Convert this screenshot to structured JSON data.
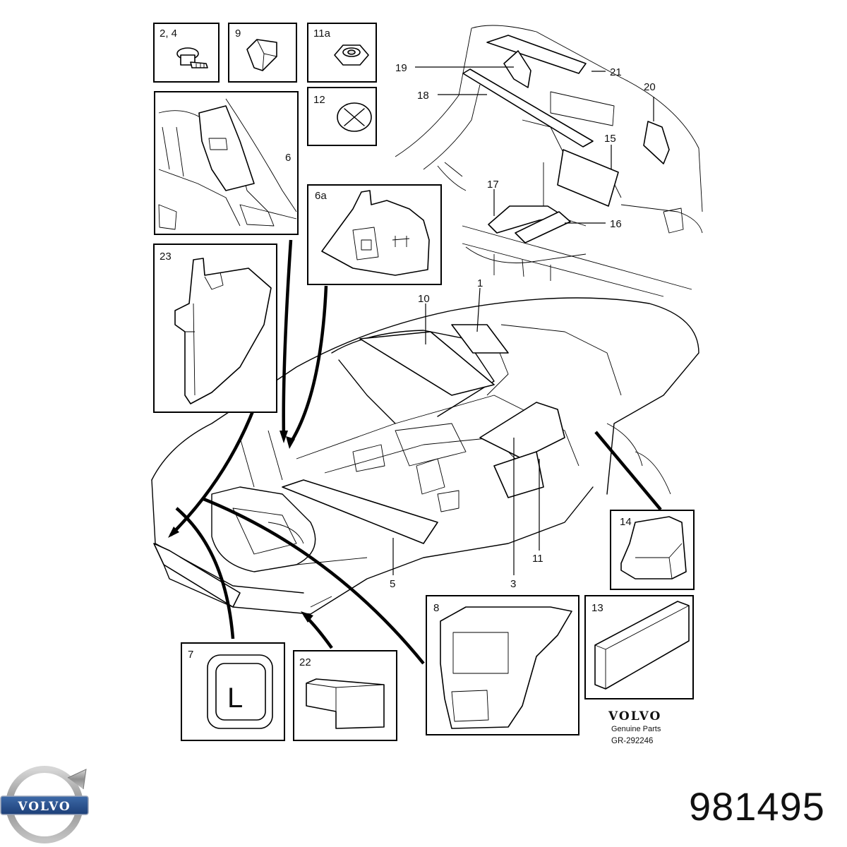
{
  "callouts": {
    "c1": "1",
    "c3": "3",
    "c5": "5",
    "c10": "10",
    "c11": "11",
    "c15": "15",
    "c16": "16",
    "c17": "17",
    "c18": "18",
    "c19": "19",
    "c20": "20",
    "c21": "21",
    "inset_24": "2, 4",
    "inset_9": "9",
    "inset_11a": "11a",
    "inset_12": "12",
    "inset_6": "6",
    "inset_6a": "6a",
    "inset_23": "23",
    "inset_14": "14",
    "inset_8": "8",
    "inset_13": "13",
    "inset_7": "7",
    "inset_22": "22"
  },
  "inset_7_glyph": "L",
  "brand": {
    "word": "VOLVO",
    "sub": "Genuine Parts",
    "diagram_ref": "GR-292246",
    "logo_text": "VOLVO"
  },
  "part_number": "981495",
  "icons": [
    "volvo-iron-mark-logo",
    "bolt-icon",
    "clip-icon",
    "nut-icon",
    "plug-icon"
  ]
}
